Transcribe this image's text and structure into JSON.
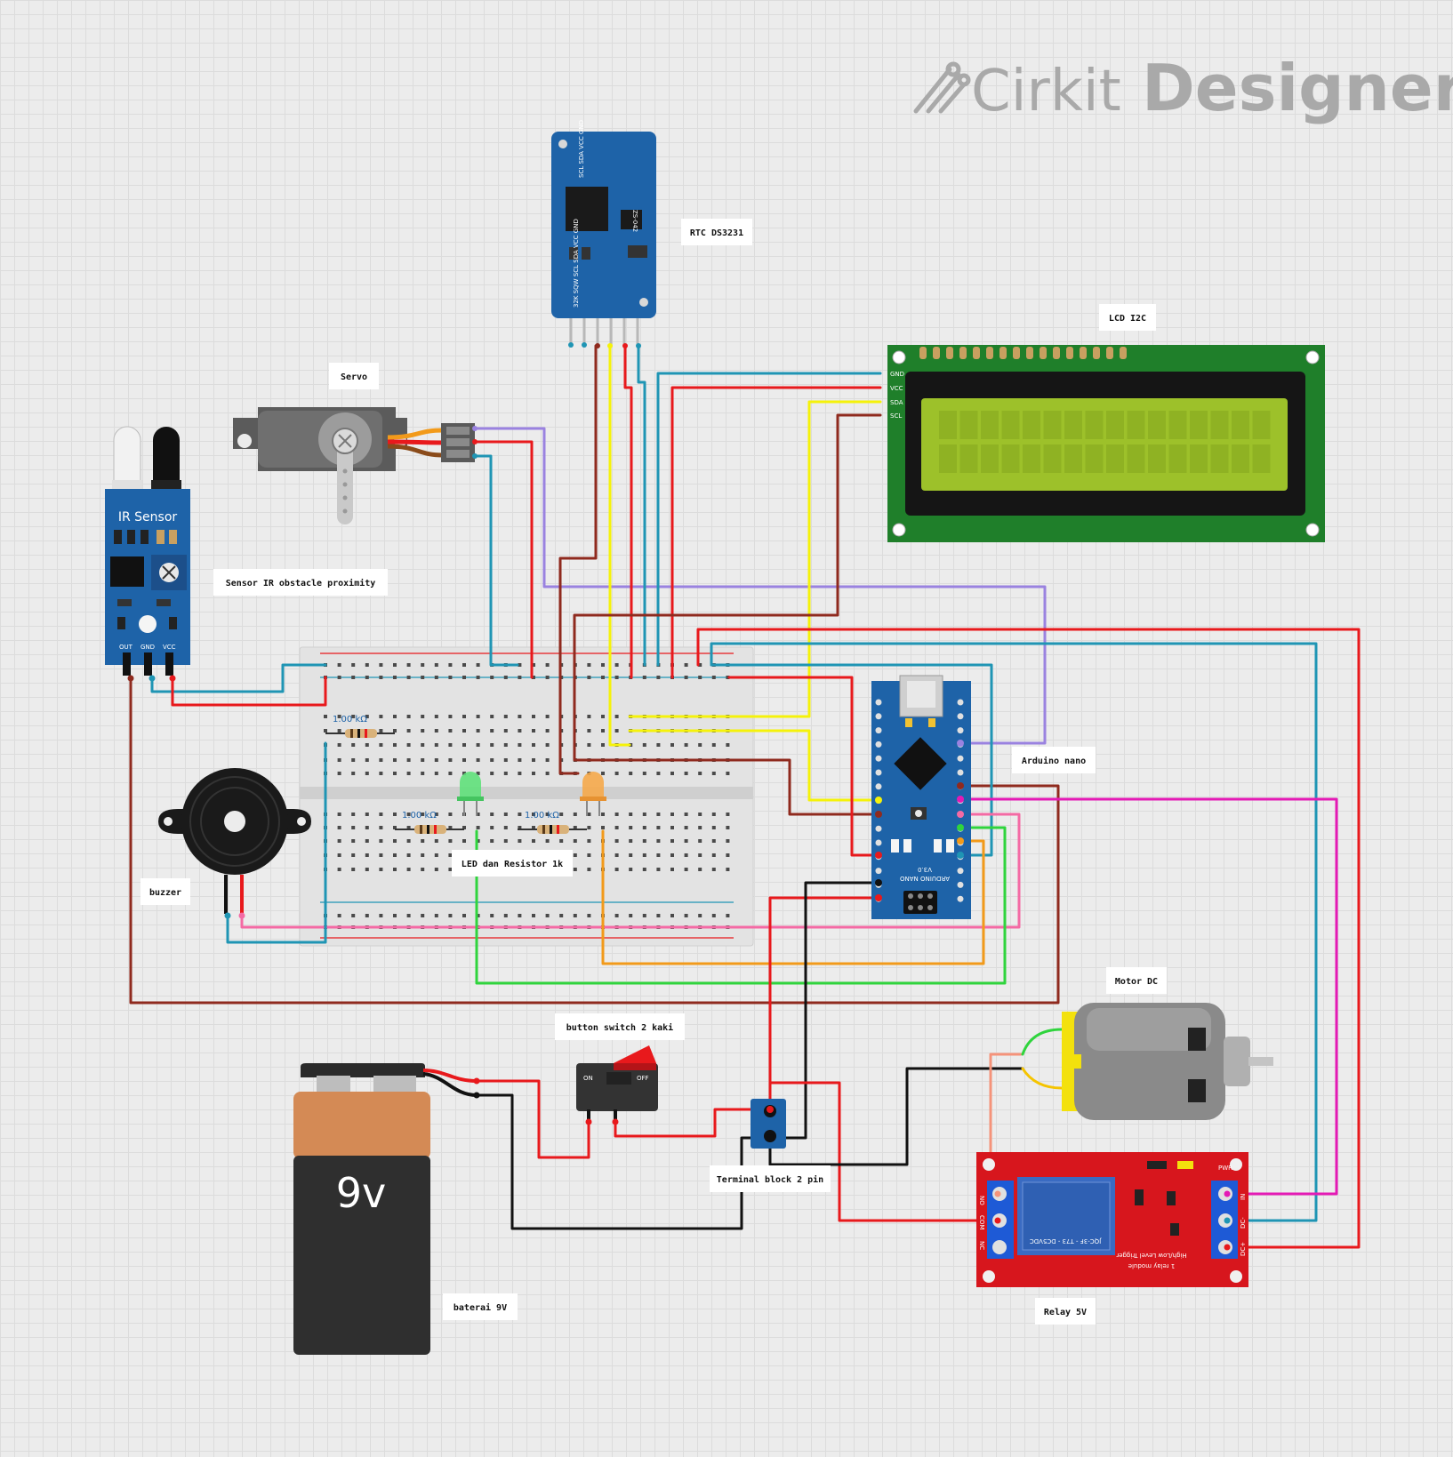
{
  "brand": {
    "light": "Cirkit",
    "bold": "Designer"
  },
  "labels": {
    "rtc": "RTC DS3231",
    "lcd": "LCD I2C",
    "servo": "Servo",
    "ir": "Sensor IR obstacle proximity",
    "nano": "Arduino nano",
    "led": "LED dan Resistor 1k",
    "buzzer": "buzzer",
    "motor": "Motor DC",
    "button": "button switch 2 kaki",
    "terminal": "Terminal block 2 pin",
    "battery": "baterai 9V",
    "relay": "Relay 5V"
  },
  "components": {
    "ir_title": "IR Sensor",
    "ir_pins": [
      "OUT",
      "GND",
      "VCC"
    ],
    "battery_text": "9v",
    "rtc_top_pins": "SCL SDA VCC GND",
    "rtc_model": "ZS-042",
    "rtc_bottom_pins": "32K SQW SCL SDA VCC GND",
    "lcd_pins": [
      "GND",
      "VCC",
      "SDA",
      "SCL"
    ],
    "relay_left_pins": [
      "NO",
      "COM",
      "NC"
    ],
    "relay_right_pins": [
      "IN",
      "DC-",
      "DC+"
    ],
    "relay_pwr": "PWR",
    "relay_chip": "JQC-3F - T73 - DC5VDC",
    "relay_text1": "1 relay module",
    "relay_text2": "High/Low Level Trigger",
    "nano_title": "ARDUINO NANO",
    "nano_version": "V3.0",
    "resistor_label": "1.00 kΩ",
    "switch_on": "ON",
    "switch_off": "OFF"
  },
  "colors": {
    "wire_red": "#e8191c",
    "wire_blue": "#1f95b4",
    "wire_yellow": "#f5f20a",
    "wire_brown": "#8f2a1e",
    "wire_purple": "#9a82e0",
    "wire_green": "#2fd43d",
    "wire_orange": "#f29a1a",
    "wire_pink": "#f46aa4",
    "wire_magenta": "#e41ab5",
    "wire_black": "#111111",
    "wire_salmon": "#f5937a",
    "board_blue": "#1e63a8",
    "lcd_green": "#1f7f2a",
    "relay_red": "#d7161d"
  }
}
